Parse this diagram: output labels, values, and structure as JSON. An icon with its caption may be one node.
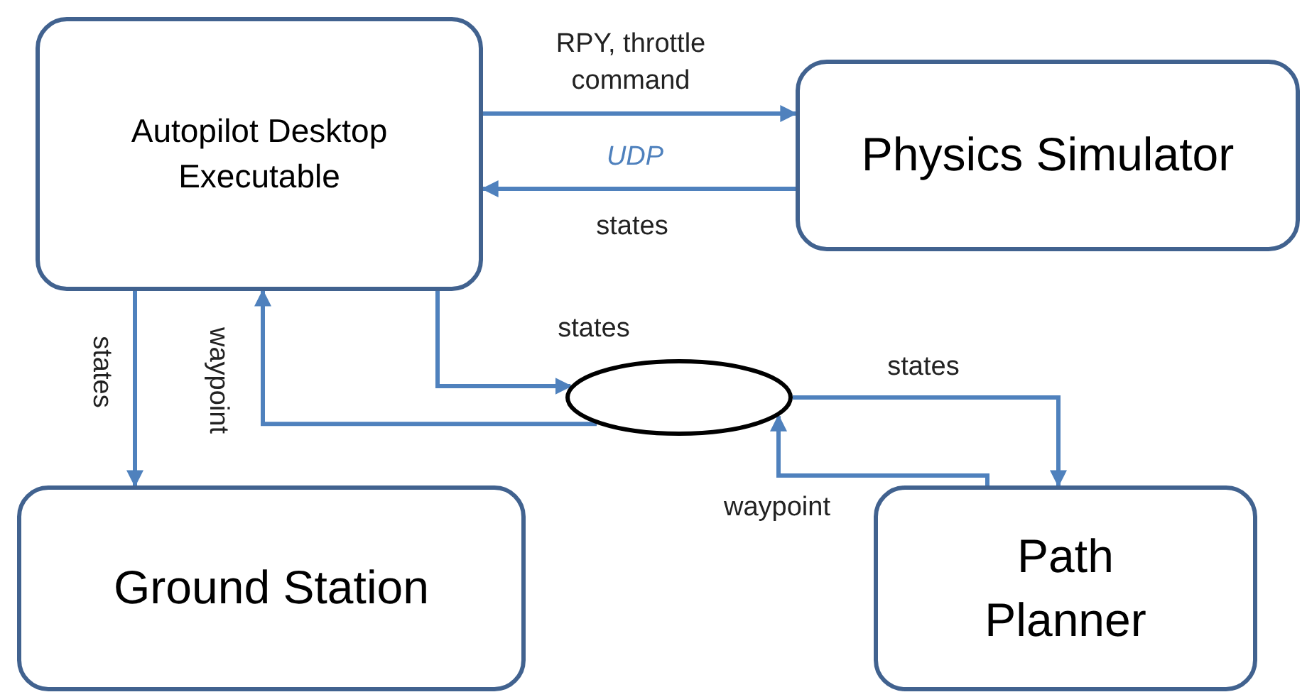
{
  "diagram": {
    "nodes": [
      {
        "text": [
          "Autopilot Desktop Executable"
        ]
      },
      {
        "text": [
          "Physics Simulator"
        ]
      },
      {
        "text": [],
        "shape": "ellipse"
      },
      {
        "text": [
          "Ground Station"
        ]
      },
      {
        "text": [
          "Path Planner"
        ]
      }
    ],
    "edges": [
      {
        "from": 0,
        "to": 1,
        "arrow": "to",
        "label": "RPY, throttle command"
      },
      {
        "from": 1,
        "to": 0,
        "arrow": "to",
        "label": "states"
      },
      {
        "from": 0,
        "to": 3,
        "arrow": "to",
        "label": "states"
      },
      {
        "from": 2,
        "to": 0,
        "arrow": "to",
        "label": "waypoint"
      },
      {
        "from": 0,
        "to": 2,
        "arrow": "to",
        "label": "states"
      },
      {
        "from": 2,
        "to": 4,
        "arrow": "to",
        "label": "states"
      },
      {
        "from": 4,
        "to": 2,
        "arrow": "to",
        "label": "waypoint"
      }
    ],
    "labels": [
      "UDP"
    ]
  }
}
